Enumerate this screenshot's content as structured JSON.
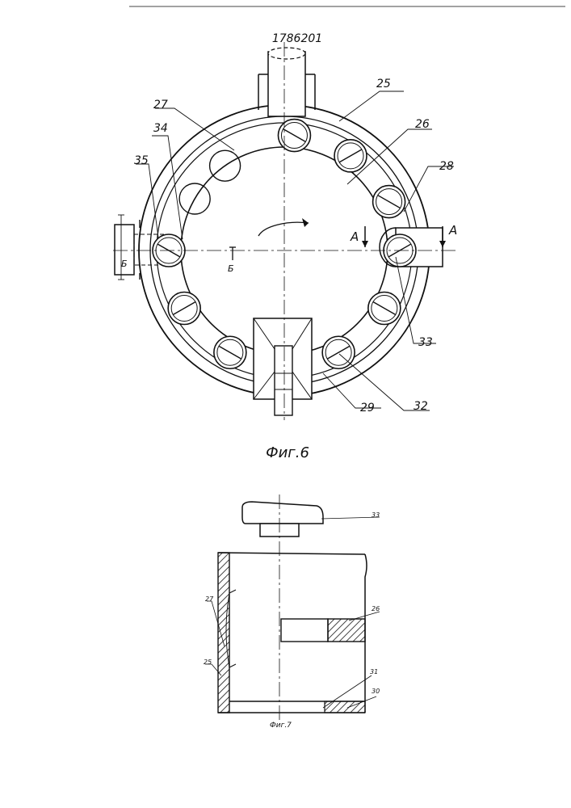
{
  "patent_number": "1786201",
  "figures": [
    {
      "caption": "Фиг.6",
      "labels": [
        "25",
        "26",
        "27",
        "28",
        "34",
        "35",
        "33",
        "29",
        "32"
      ],
      "section_marks": [
        "А",
        "А",
        "Б",
        "Б"
      ]
    },
    {
      "caption": "Фиг.7",
      "labels": [
        "33",
        "26",
        "27",
        "25",
        "31",
        "30"
      ]
    }
  ],
  "colors": {
    "ink": "#111111",
    "paper": "#ffffff"
  }
}
